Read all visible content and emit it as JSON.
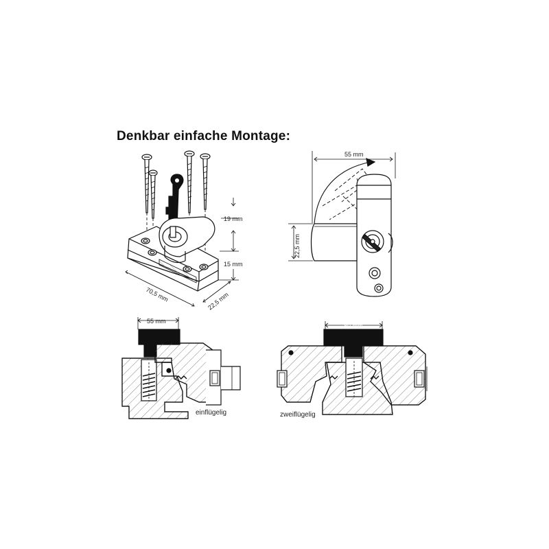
{
  "heading": "Denkbar einfache Montage:",
  "dimensions": {
    "length": "70,5 mm",
    "width": "22,5 mm",
    "height_top": "19 mm",
    "height_base": "15 mm",
    "swing": "55 mm",
    "arm_height": "22,5 mm",
    "single_gap": "55 mm",
    "double_gap": "80 mm"
  },
  "labels": {
    "single": "einflügelig",
    "double": "zweiflügelig"
  }
}
